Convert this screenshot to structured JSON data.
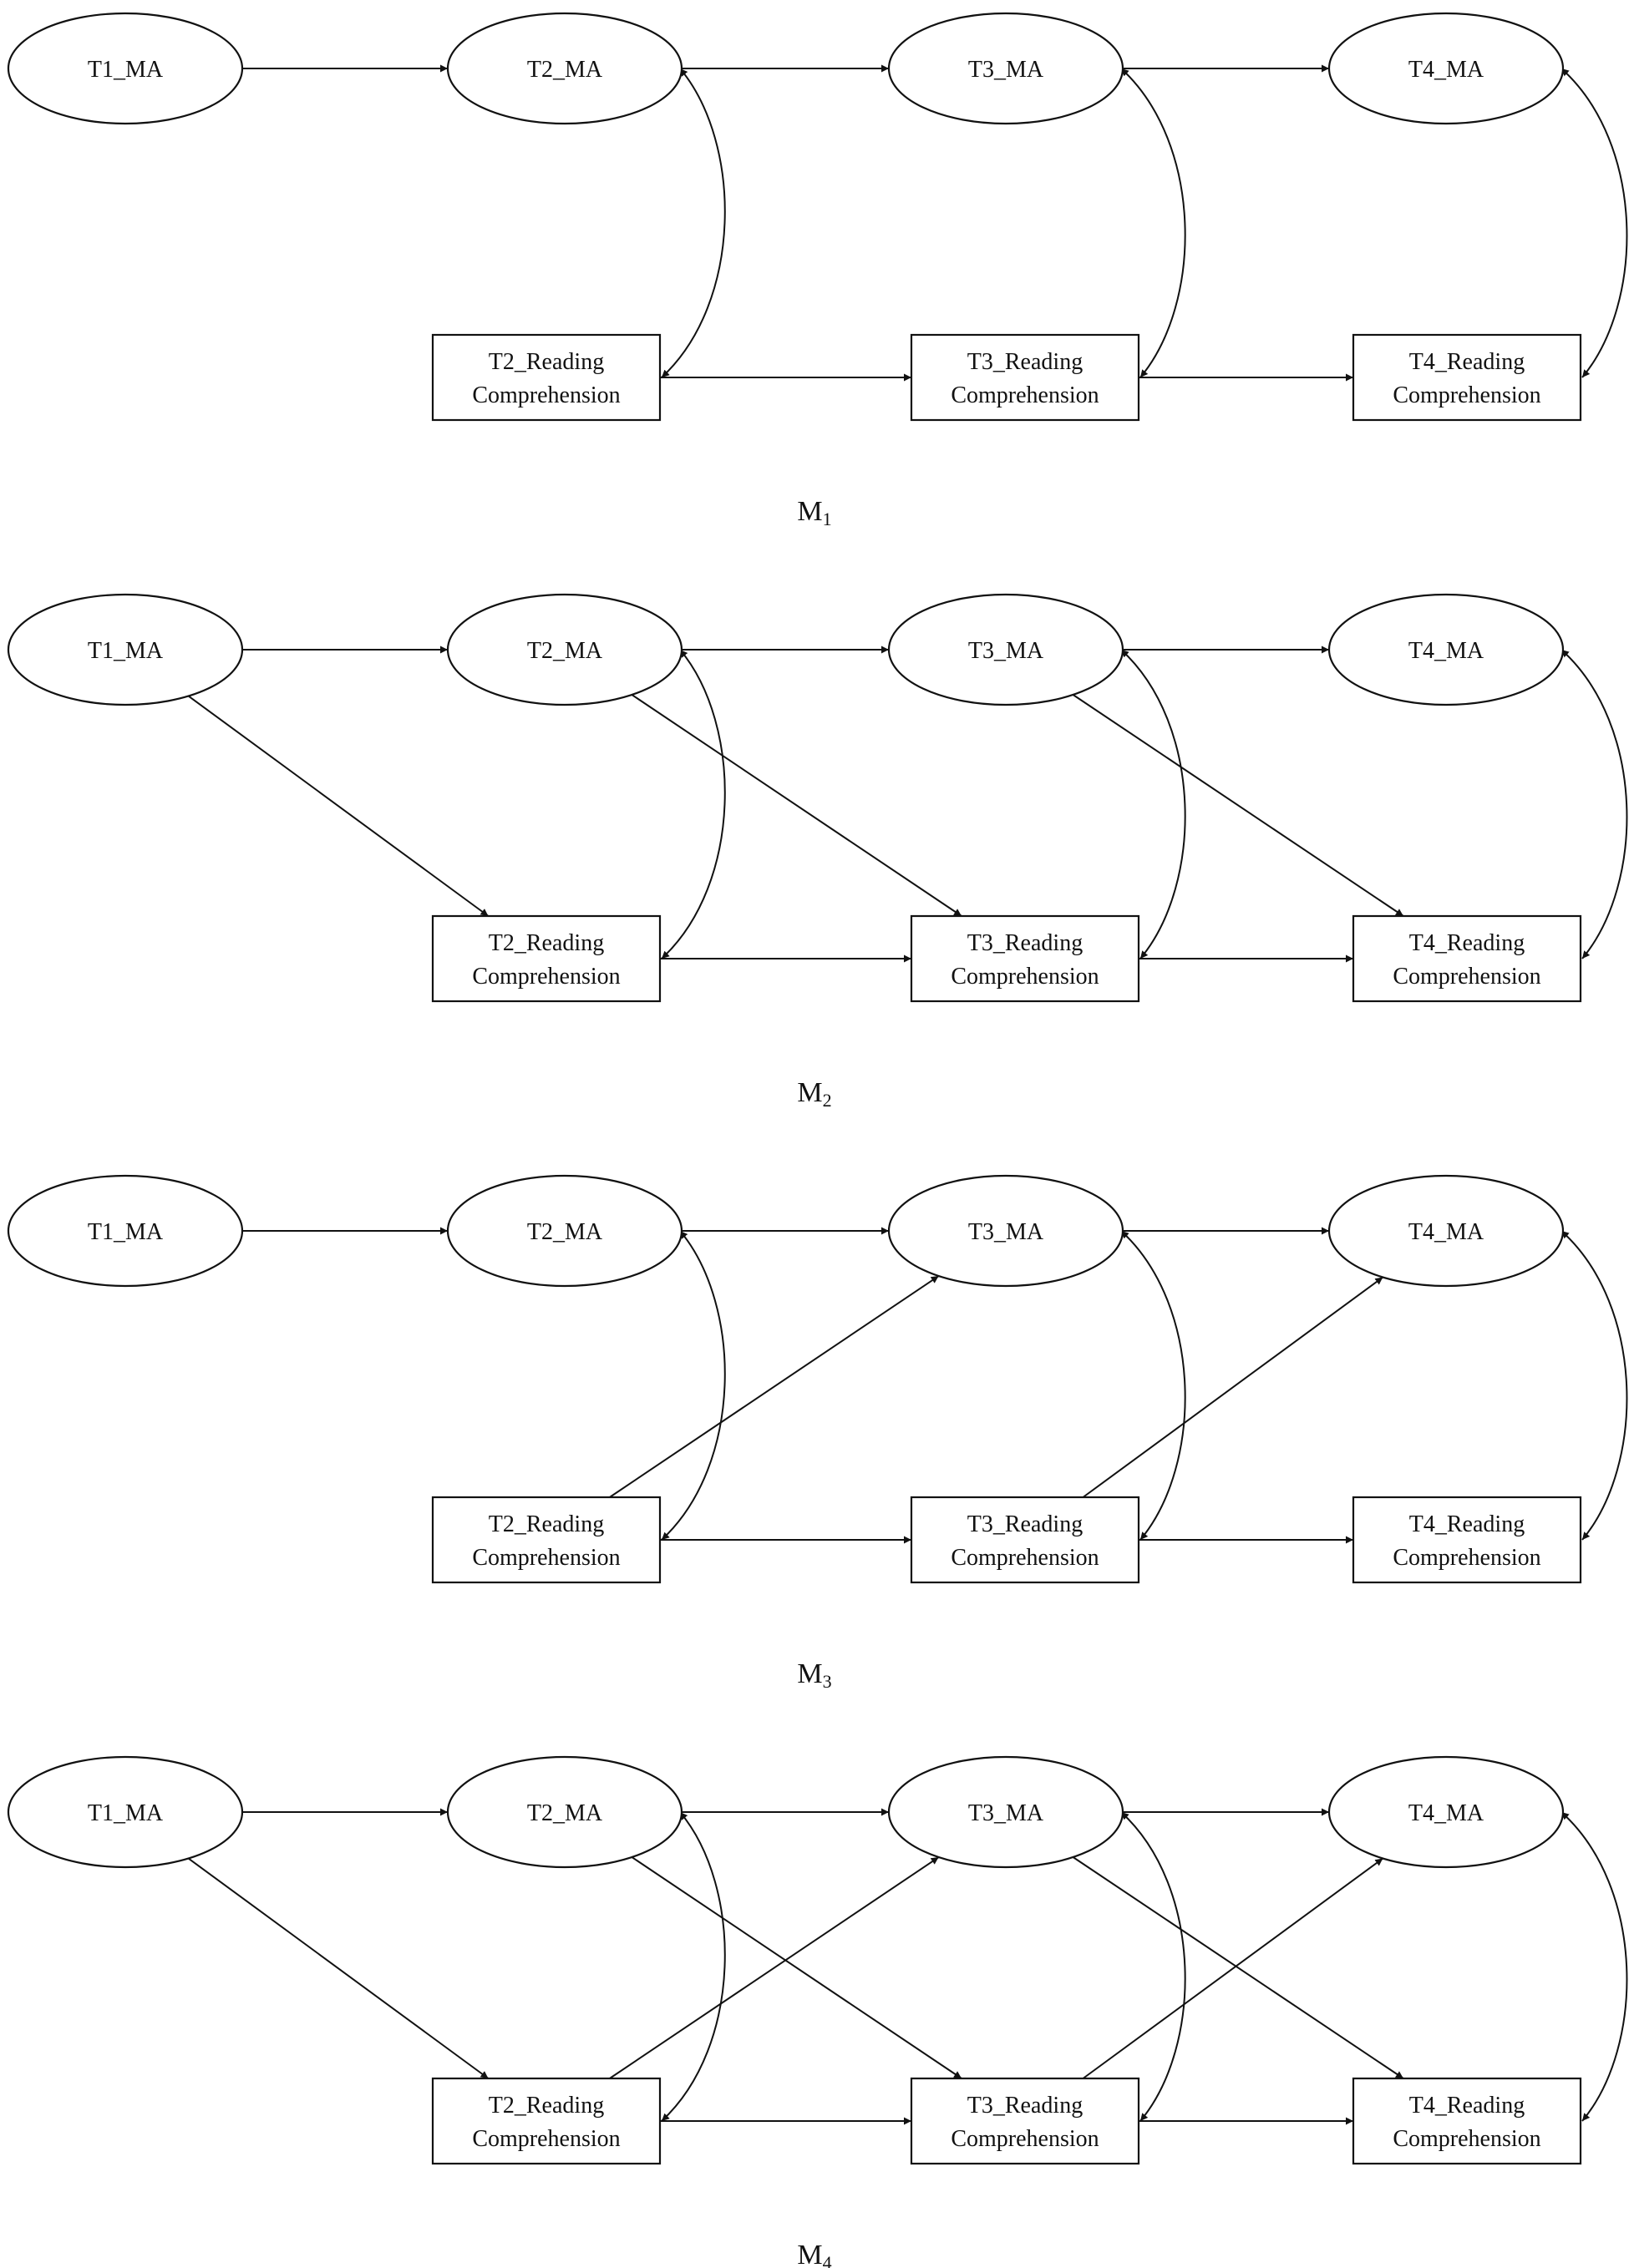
{
  "panels": [
    {
      "id": "M1",
      "caption": {
        "letter": "M",
        "sub": "1"
      },
      "nodes": [
        {
          "id": "T1_MA",
          "shape": "ellipse",
          "lines": [
            "T1_MA"
          ]
        },
        {
          "id": "T2_MA",
          "shape": "ellipse",
          "lines": [
            "T2_MA"
          ]
        },
        {
          "id": "T3_MA",
          "shape": "ellipse",
          "lines": [
            "T3_MA"
          ]
        },
        {
          "id": "T4_MA",
          "shape": "ellipse",
          "lines": [
            "T4_MA"
          ]
        },
        {
          "id": "T2_RC",
          "shape": "rect",
          "lines": [
            "T2_Reading",
            "Comprehension"
          ]
        },
        {
          "id": "T3_RC",
          "shape": "rect",
          "lines": [
            "T3_Reading",
            "Comprehension"
          ]
        },
        {
          "id": "T4_RC",
          "shape": "rect",
          "lines": [
            "T4_Reading",
            "Comprehension"
          ]
        }
      ],
      "edges": [
        {
          "from": "T1_MA",
          "to": "T2_MA",
          "kind": "directed"
        },
        {
          "from": "T2_MA",
          "to": "T3_MA",
          "kind": "directed"
        },
        {
          "from": "T3_MA",
          "to": "T4_MA",
          "kind": "directed"
        },
        {
          "from": "T2_RC",
          "to": "T3_RC",
          "kind": "directed"
        },
        {
          "from": "T3_RC",
          "to": "T4_RC",
          "kind": "directed"
        },
        {
          "from": "T2_MA",
          "to": "T2_RC",
          "kind": "covariance"
        },
        {
          "from": "T3_MA",
          "to": "T3_RC",
          "kind": "covariance"
        },
        {
          "from": "T4_MA",
          "to": "T4_RC",
          "kind": "covariance"
        }
      ]
    },
    {
      "id": "M2",
      "caption": {
        "letter": "M",
        "sub": "2"
      },
      "nodes": [
        {
          "id": "T1_MA",
          "shape": "ellipse",
          "lines": [
            "T1_MA"
          ]
        },
        {
          "id": "T2_MA",
          "shape": "ellipse",
          "lines": [
            "T2_MA"
          ]
        },
        {
          "id": "T3_MA",
          "shape": "ellipse",
          "lines": [
            "T3_MA"
          ]
        },
        {
          "id": "T4_MA",
          "shape": "ellipse",
          "lines": [
            "T4_MA"
          ]
        },
        {
          "id": "T2_RC",
          "shape": "rect",
          "lines": [
            "T2_Reading",
            "Comprehension"
          ]
        },
        {
          "id": "T3_RC",
          "shape": "rect",
          "lines": [
            "T3_Reading",
            "Comprehension"
          ]
        },
        {
          "id": "T4_RC",
          "shape": "rect",
          "lines": [
            "T4_Reading",
            "Comprehension"
          ]
        }
      ],
      "edges": [
        {
          "from": "T1_MA",
          "to": "T2_MA",
          "kind": "directed"
        },
        {
          "from": "T2_MA",
          "to": "T3_MA",
          "kind": "directed"
        },
        {
          "from": "T3_MA",
          "to": "T4_MA",
          "kind": "directed"
        },
        {
          "from": "T2_RC",
          "to": "T3_RC",
          "kind": "directed"
        },
        {
          "from": "T3_RC",
          "to": "T4_RC",
          "kind": "directed"
        },
        {
          "from": "T1_MA",
          "to": "T2_RC",
          "kind": "directed"
        },
        {
          "from": "T2_MA",
          "to": "T3_RC",
          "kind": "directed"
        },
        {
          "from": "T3_MA",
          "to": "T4_RC",
          "kind": "directed"
        },
        {
          "from": "T2_MA",
          "to": "T2_RC",
          "kind": "covariance"
        },
        {
          "from": "T3_MA",
          "to": "T3_RC",
          "kind": "covariance"
        },
        {
          "from": "T4_MA",
          "to": "T4_RC",
          "kind": "covariance"
        }
      ]
    },
    {
      "id": "M3",
      "caption": {
        "letter": "M",
        "sub": "3"
      },
      "nodes": [
        {
          "id": "T1_MA",
          "shape": "ellipse",
          "lines": [
            "T1_MA"
          ]
        },
        {
          "id": "T2_MA",
          "shape": "ellipse",
          "lines": [
            "T2_MA"
          ]
        },
        {
          "id": "T3_MA",
          "shape": "ellipse",
          "lines": [
            "T3_MA"
          ]
        },
        {
          "id": "T4_MA",
          "shape": "ellipse",
          "lines": [
            "T4_MA"
          ]
        },
        {
          "id": "T2_RC",
          "shape": "rect",
          "lines": [
            "T2_Reading",
            "Comprehension"
          ]
        },
        {
          "id": "T3_RC",
          "shape": "rect",
          "lines": [
            "T3_Reading",
            "Comprehension"
          ]
        },
        {
          "id": "T4_RC",
          "shape": "rect",
          "lines": [
            "T4_Reading",
            "Comprehension"
          ]
        }
      ],
      "edges": [
        {
          "from": "T1_MA",
          "to": "T2_MA",
          "kind": "directed"
        },
        {
          "from": "T2_MA",
          "to": "T3_MA",
          "kind": "directed"
        },
        {
          "from": "T3_MA",
          "to": "T4_MA",
          "kind": "directed"
        },
        {
          "from": "T2_RC",
          "to": "T3_RC",
          "kind": "directed"
        },
        {
          "from": "T3_RC",
          "to": "T4_RC",
          "kind": "directed"
        },
        {
          "from": "T2_RC",
          "to": "T3_MA",
          "kind": "directed"
        },
        {
          "from": "T3_RC",
          "to": "T4_MA",
          "kind": "directed"
        },
        {
          "from": "T2_MA",
          "to": "T2_RC",
          "kind": "covariance"
        },
        {
          "from": "T3_MA",
          "to": "T3_RC",
          "kind": "covariance"
        },
        {
          "from": "T4_MA",
          "to": "T4_RC",
          "kind": "covariance"
        }
      ]
    },
    {
      "id": "M4",
      "caption": {
        "letter": "M",
        "sub": "4"
      },
      "nodes": [
        {
          "id": "T1_MA",
          "shape": "ellipse",
          "lines": [
            "T1_MA"
          ]
        },
        {
          "id": "T2_MA",
          "shape": "ellipse",
          "lines": [
            "T2_MA"
          ]
        },
        {
          "id": "T3_MA",
          "shape": "ellipse",
          "lines": [
            "T3_MA"
          ]
        },
        {
          "id": "T4_MA",
          "shape": "ellipse",
          "lines": [
            "T4_MA"
          ]
        },
        {
          "id": "T2_RC",
          "shape": "rect",
          "lines": [
            "T2_Reading",
            "Comprehension"
          ]
        },
        {
          "id": "T3_RC",
          "shape": "rect",
          "lines": [
            "T3_Reading",
            "Comprehension"
          ]
        },
        {
          "id": "T4_RC",
          "shape": "rect",
          "lines": [
            "T4_Reading",
            "Comprehension"
          ]
        }
      ],
      "edges": [
        {
          "from": "T1_MA",
          "to": "T2_MA",
          "kind": "directed"
        },
        {
          "from": "T2_MA",
          "to": "T3_MA",
          "kind": "directed"
        },
        {
          "from": "T3_MA",
          "to": "T4_MA",
          "kind": "directed"
        },
        {
          "from": "T2_RC",
          "to": "T3_RC",
          "kind": "directed"
        },
        {
          "from": "T3_RC",
          "to": "T4_RC",
          "kind": "directed"
        },
        {
          "from": "T1_MA",
          "to": "T2_RC",
          "kind": "directed"
        },
        {
          "from": "T2_MA",
          "to": "T3_RC",
          "kind": "directed"
        },
        {
          "from": "T3_MA",
          "to": "T4_RC",
          "kind": "directed"
        },
        {
          "from": "T2_RC",
          "to": "T3_MA",
          "kind": "directed"
        },
        {
          "from": "T3_RC",
          "to": "T4_MA",
          "kind": "directed"
        },
        {
          "from": "T2_MA",
          "to": "T2_RC",
          "kind": "covariance"
        },
        {
          "from": "T3_MA",
          "to": "T3_RC",
          "kind": "covariance"
        },
        {
          "from": "T4_MA",
          "to": "T4_RC",
          "kind": "covariance"
        }
      ]
    }
  ]
}
